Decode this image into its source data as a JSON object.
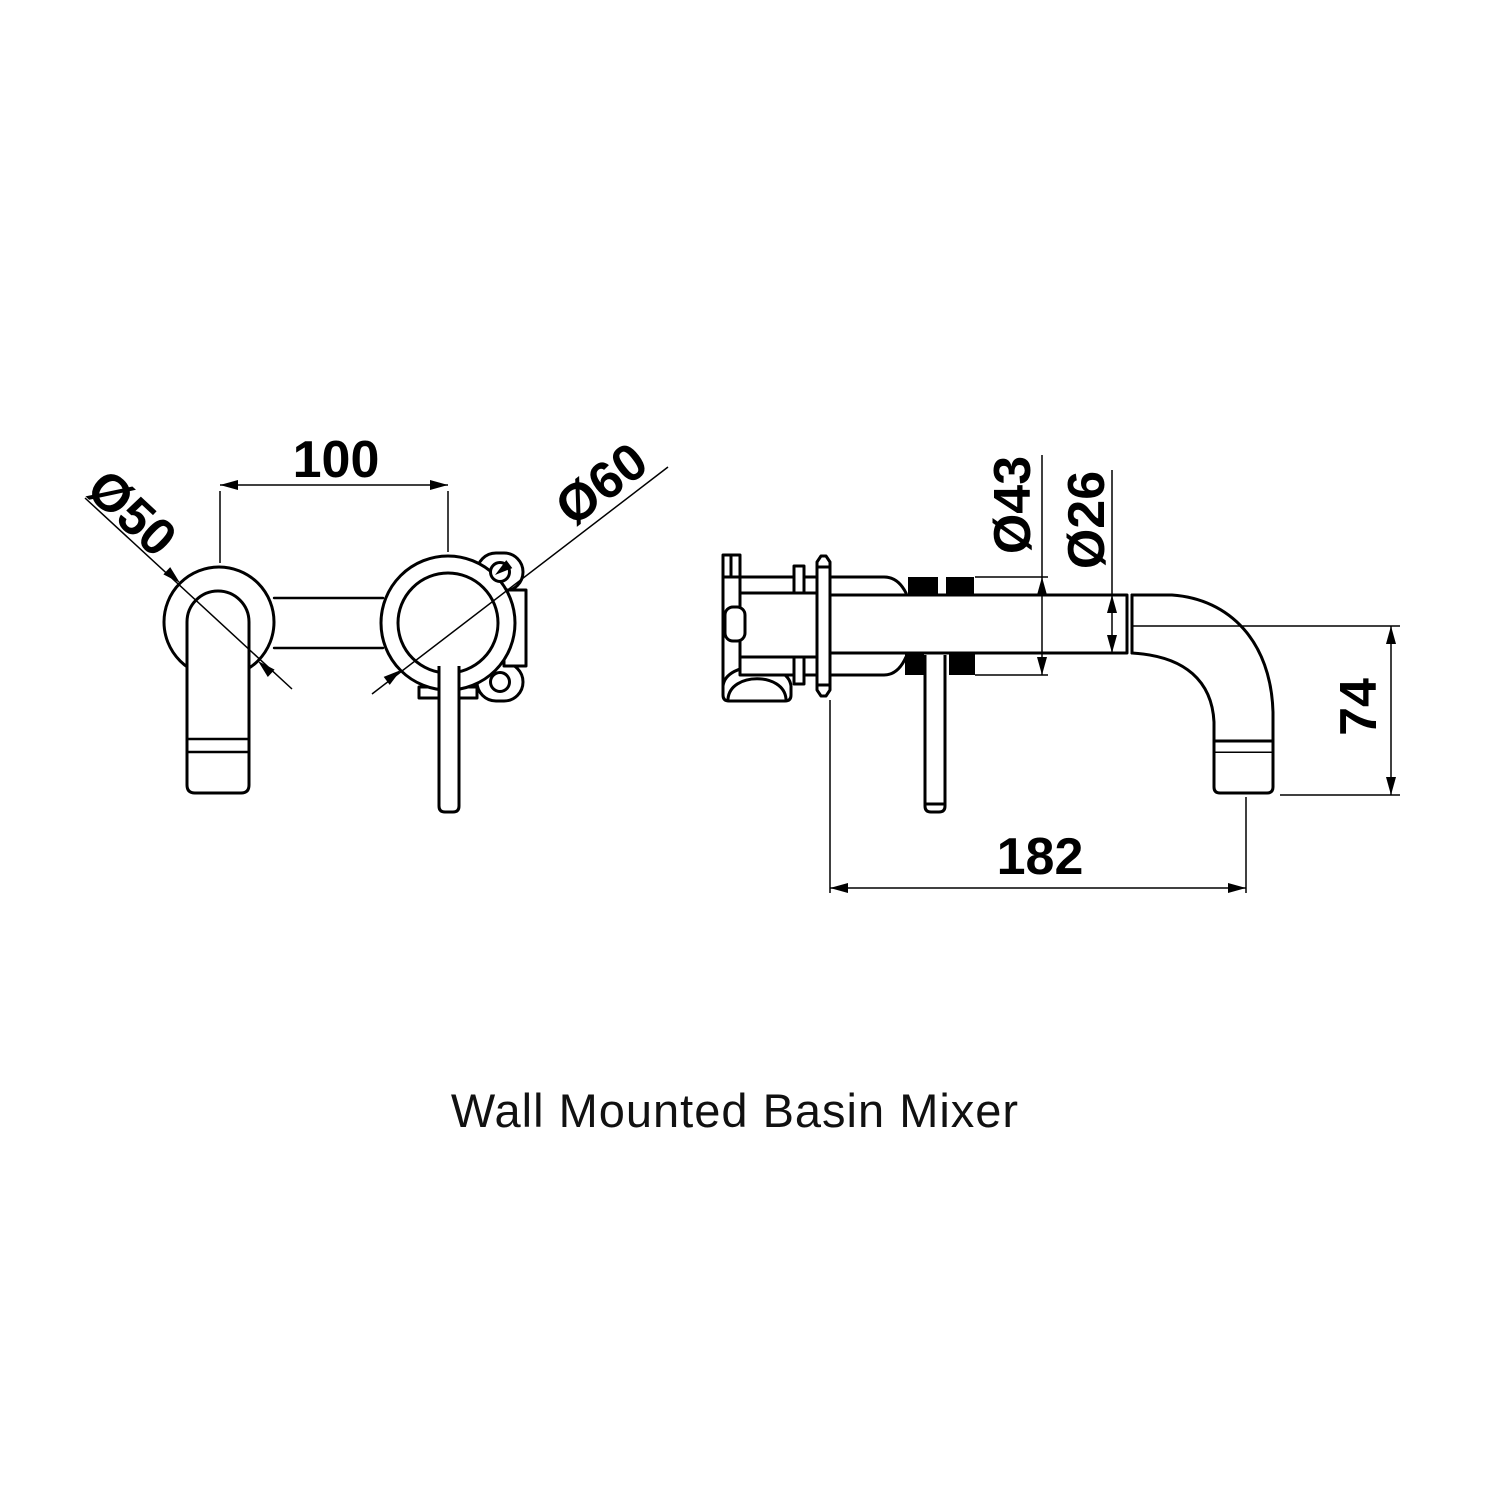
{
  "title": "Wall Mounted Basin Mixer",
  "front_view": {
    "center_distance": "100",
    "left_escutcheon_diameter": "Ø50",
    "right_escutcheon_diameter": "Ø60"
  },
  "side_view": {
    "body_diameter": "Ø43",
    "spout_tube_diameter": "Ø26",
    "spout_drop_height": "74",
    "spout_reach": "182"
  },
  "colors": {
    "ink": "#000000",
    "background": "#ffffff"
  }
}
